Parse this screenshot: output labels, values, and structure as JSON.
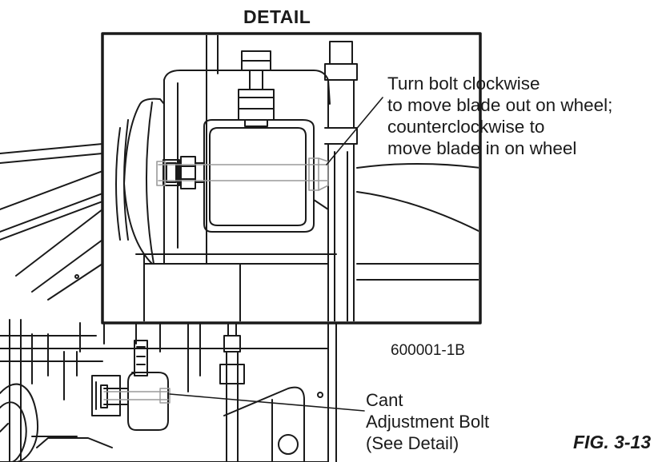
{
  "detail_title": "DETAIL",
  "callout": {
    "lines": [
      "Turn bolt clockwise",
      "to move blade out on wheel;",
      "counterclockwise to",
      "move blade in on wheel"
    ]
  },
  "part_number": "600001-1B",
  "bolt_label": {
    "lines": [
      "Cant",
      "Adjustment Bolt",
      "(See Detail)"
    ]
  },
  "figure_number": "FIG. 3-13",
  "colors": {
    "line": "#1a1a1a",
    "highlight": "#9a9a9a",
    "background": "#ffffff"
  }
}
